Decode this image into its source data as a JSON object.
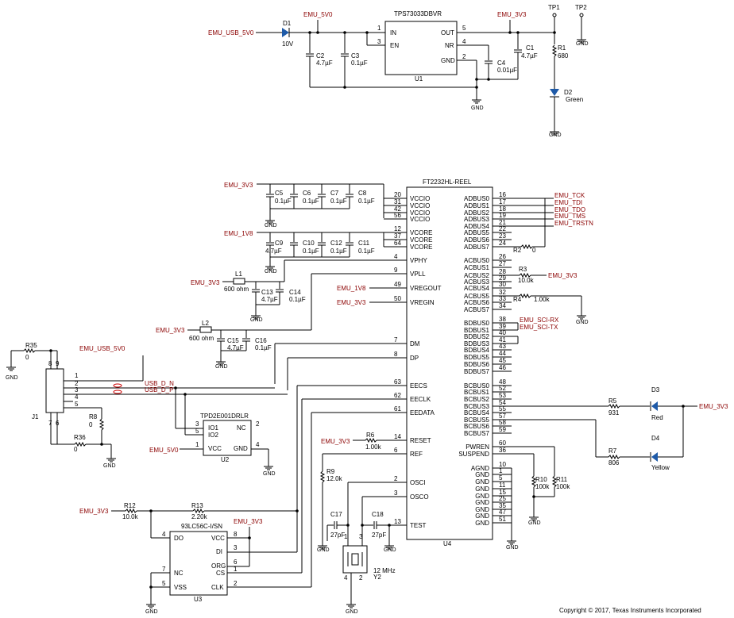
{
  "copyright": "Copyright © 2017, Texas Instruments Incorporated",
  "nets": {
    "emu_usb_5v0": "EMU_USB_5V0",
    "emu_5v0": "EMU_5V0",
    "emu_3v3": "EMU_3V3",
    "emu_1v8": "EMU_1V8",
    "emu_tck": "EMU_TCK",
    "emu_tdi": "EMU_TDI",
    "emu_tdo": "EMU_TDO",
    "emu_tms": "EMU_TMS",
    "emu_trstn": "EMU_TRSTN",
    "emu_sci_rx": "EMU_SCI-RX",
    "emu_sci_tx": "EMU_SCI-TX",
    "usb_d_n": "USB_D_N",
    "usb_d_p": "USB_D_P",
    "gnd": "GND"
  },
  "regulator": {
    "part": "TPS73033DBVR",
    "ref": "U1",
    "pins": [
      "IN",
      "EN",
      "OUT",
      "NR",
      "GND"
    ],
    "pin_numbers": [
      "1",
      "3",
      "5",
      "4",
      "2"
    ]
  },
  "diode_d1": {
    "ref": "D1",
    "value": "10V"
  },
  "led_d2": {
    "ref": "D2",
    "color": "Green"
  },
  "testpoints": [
    "TP1",
    "TP2"
  ],
  "resistors": {
    "r1": {
      "ref": "R1",
      "value": "680"
    },
    "r2": {
      "ref": "R2",
      "value": "0"
    },
    "r3": {
      "ref": "R3",
      "value": "10.0k"
    },
    "r4": {
      "ref": "R4",
      "value": "1.00k"
    },
    "r5": {
      "ref": "R5",
      "value": "931"
    },
    "r6": {
      "ref": "R6",
      "value": "1.00k"
    },
    "r7": {
      "ref": "R7",
      "value": "806"
    },
    "r8": {
      "ref": "R8",
      "value": "0"
    },
    "r9": {
      "ref": "R9",
      "value": "12.0k"
    },
    "r10": {
      "ref": "R10",
      "value": "100k"
    },
    "r11": {
      "ref": "R11",
      "value": "100k"
    },
    "r12": {
      "ref": "R12",
      "value": "10.0k"
    },
    "r13": {
      "ref": "R13",
      "value": "2.20k"
    },
    "r35": {
      "ref": "R35",
      "value": "0"
    },
    "r36": {
      "ref": "R36",
      "value": "0"
    }
  },
  "capacitors": {
    "c1": {
      "ref": "C1",
      "value": "4.7µF"
    },
    "c2": {
      "ref": "C2",
      "value": "4.7µF"
    },
    "c3": {
      "ref": "C3",
      "value": "0.1µF"
    },
    "c4": {
      "ref": "C4",
      "value": "0.01µF"
    },
    "c5": {
      "ref": "C5",
      "value": "0.1µF"
    },
    "c6": {
      "ref": "C6",
      "value": "0.1µF"
    },
    "c7": {
      "ref": "C7",
      "value": "0.1µF"
    },
    "c8": {
      "ref": "C8",
      "value": "0.1µF"
    },
    "c9": {
      "ref": "C9",
      "value": "4.7µF"
    },
    "c10": {
      "ref": "C10",
      "value": "0.1µF"
    },
    "c11": {
      "ref": "C11",
      "value": "0.1µF"
    },
    "c12": {
      "ref": "C12",
      "value": "0.1µF"
    },
    "c13": {
      "ref": "C13",
      "value": "4.7µF"
    },
    "c14": {
      "ref": "C14",
      "value": "0.1µF"
    },
    "c15": {
      "ref": "C15",
      "value": "4.7µF"
    },
    "c16": {
      "ref": "C16",
      "value": "0.1µF"
    },
    "c17": {
      "ref": "C17",
      "value": "27pF"
    },
    "c18": {
      "ref": "C18",
      "value": "27pF"
    }
  },
  "inductors": {
    "l1": {
      "ref": "L1",
      "value": "600 ohm"
    },
    "l2": {
      "ref": "L2",
      "value": "600 ohm"
    }
  },
  "ftdi": {
    "part": "FT2232HL-REEL",
    "ref": "U4",
    "left_pins": [
      "VCCIO",
      "VCCIO",
      "VCCIO",
      "VCCIO",
      "VCORE",
      "VCORE",
      "VCORE",
      "VPHY",
      "VPLL",
      "VREGOUT",
      "VREGIN",
      "DM",
      "DP",
      "EECS",
      "EECLK",
      "EEDATA",
      "RESET",
      "REF",
      "OSCI",
      "OSCO",
      "TEST"
    ],
    "left_nums": [
      "20",
      "31",
      "42",
      "56",
      "12",
      "37",
      "64",
      "4",
      "9",
      "49",
      "50",
      "7",
      "8",
      "63",
      "62",
      "61",
      "14",
      "6",
      "2",
      "3",
      "13"
    ],
    "right_pins": [
      "ADBUS0",
      "ADBUS1",
      "ADBUS2",
      "ADBUS3",
      "ADBUS4",
      "ADBUS5",
      "ADBUS6",
      "ADBUS7",
      "ACBUS0",
      "ACBUS1",
      "ACBUS2",
      "ACBUS3",
      "ACBUS4",
      "ACBUS5",
      "ACBUS6",
      "ACBUS7",
      "BDBUS0",
      "BDBUS1",
      "BDBUS2",
      "BDBUS3",
      "BDBUS4",
      "BDBUS5",
      "BDBUS6",
      "BDBUS7",
      "BCBUS0",
      "BCBUS1",
      "BCBUS2",
      "BCBUS3",
      "BCBUS4",
      "BCBUS5",
      "BCBUS6",
      "BCBUS7",
      "PWREN",
      "SUSPEND",
      "AGND",
      "GND",
      "GND",
      "GND",
      "GND",
      "GND",
      "GND",
      "GND",
      "GND"
    ],
    "right_nums": [
      "16",
      "17",
      "18",
      "19",
      "21",
      "22",
      "23",
      "24",
      "26",
      "27",
      "28",
      "29",
      "30",
      "32",
      "33",
      "34",
      "38",
      "39",
      "40",
      "41",
      "43",
      "44",
      "45",
      "46",
      "48",
      "52",
      "53",
      "54",
      "55",
      "57",
      "58",
      "59",
      "60",
      "36",
      "10",
      "1",
      "5",
      "11",
      "15",
      "25",
      "35",
      "47",
      "51"
    ]
  },
  "esd": {
    "part": "TPD2E001DRLR",
    "ref": "U2",
    "pins": [
      "IO1",
      "IO2",
      "VCC",
      "NC",
      "GND"
    ],
    "pin_numbers": [
      "3",
      "5",
      "1",
      "2",
      "4"
    ]
  },
  "eeprom": {
    "part": "93LC56C-I/SN",
    "ref": "U3",
    "pins": [
      "DO",
      "NC",
      "VSS",
      "VCC",
      "DI",
      "ORG",
      "CS",
      "CLK"
    ],
    "pin_numbers": [
      "4",
      "7",
      "5",
      "8",
      "3",
      "6",
      "1",
      "2"
    ]
  },
  "connector": {
    "ref": "J1",
    "pins": [
      "1",
      "2",
      "3",
      "4",
      "5",
      "6",
      "7",
      "8",
      "9"
    ]
  },
  "leds": {
    "d3": {
      "ref": "D3",
      "color": "Red"
    },
    "d4": {
      "ref": "D4",
      "color": "Yellow"
    }
  },
  "crystal": {
    "ref": "Y2",
    "value": "12 MHz",
    "pins": [
      "1",
      "2",
      "3",
      "4"
    ]
  }
}
